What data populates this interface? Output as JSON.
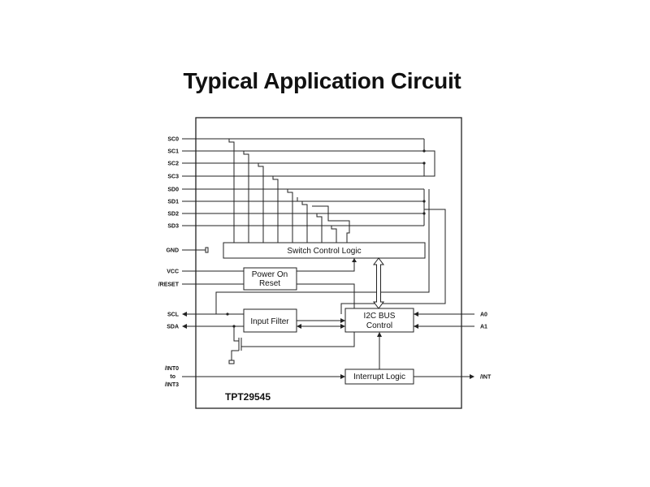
{
  "title": "Typical Application Circuit",
  "diagram": {
    "part_number": "TPT29545",
    "left_pins": {
      "channels": [
        "SC0",
        "SC1",
        "SC2",
        "SC3",
        "SD0",
        "SD1",
        "SD2",
        "SD3"
      ],
      "gnd": "GND",
      "vcc": "VCC",
      "reset": "/RESET",
      "scl": "SCL",
      "sda": "SDA",
      "int_from": "/INT0",
      "int_to_word": "to",
      "int_to": "/INT3"
    },
    "right_pins": {
      "a0": "A0",
      "a1": "A1",
      "int_out": "/INT"
    },
    "blocks": {
      "switch_control": "Switch Control Logic",
      "power_on_line1": "Power On",
      "power_on_line2": "Reset",
      "input_filter": "Input Filter",
      "i2c_line1": "I2C BUS",
      "i2c_line2": "Control",
      "interrupt_logic": "Interrupt Logic"
    }
  }
}
